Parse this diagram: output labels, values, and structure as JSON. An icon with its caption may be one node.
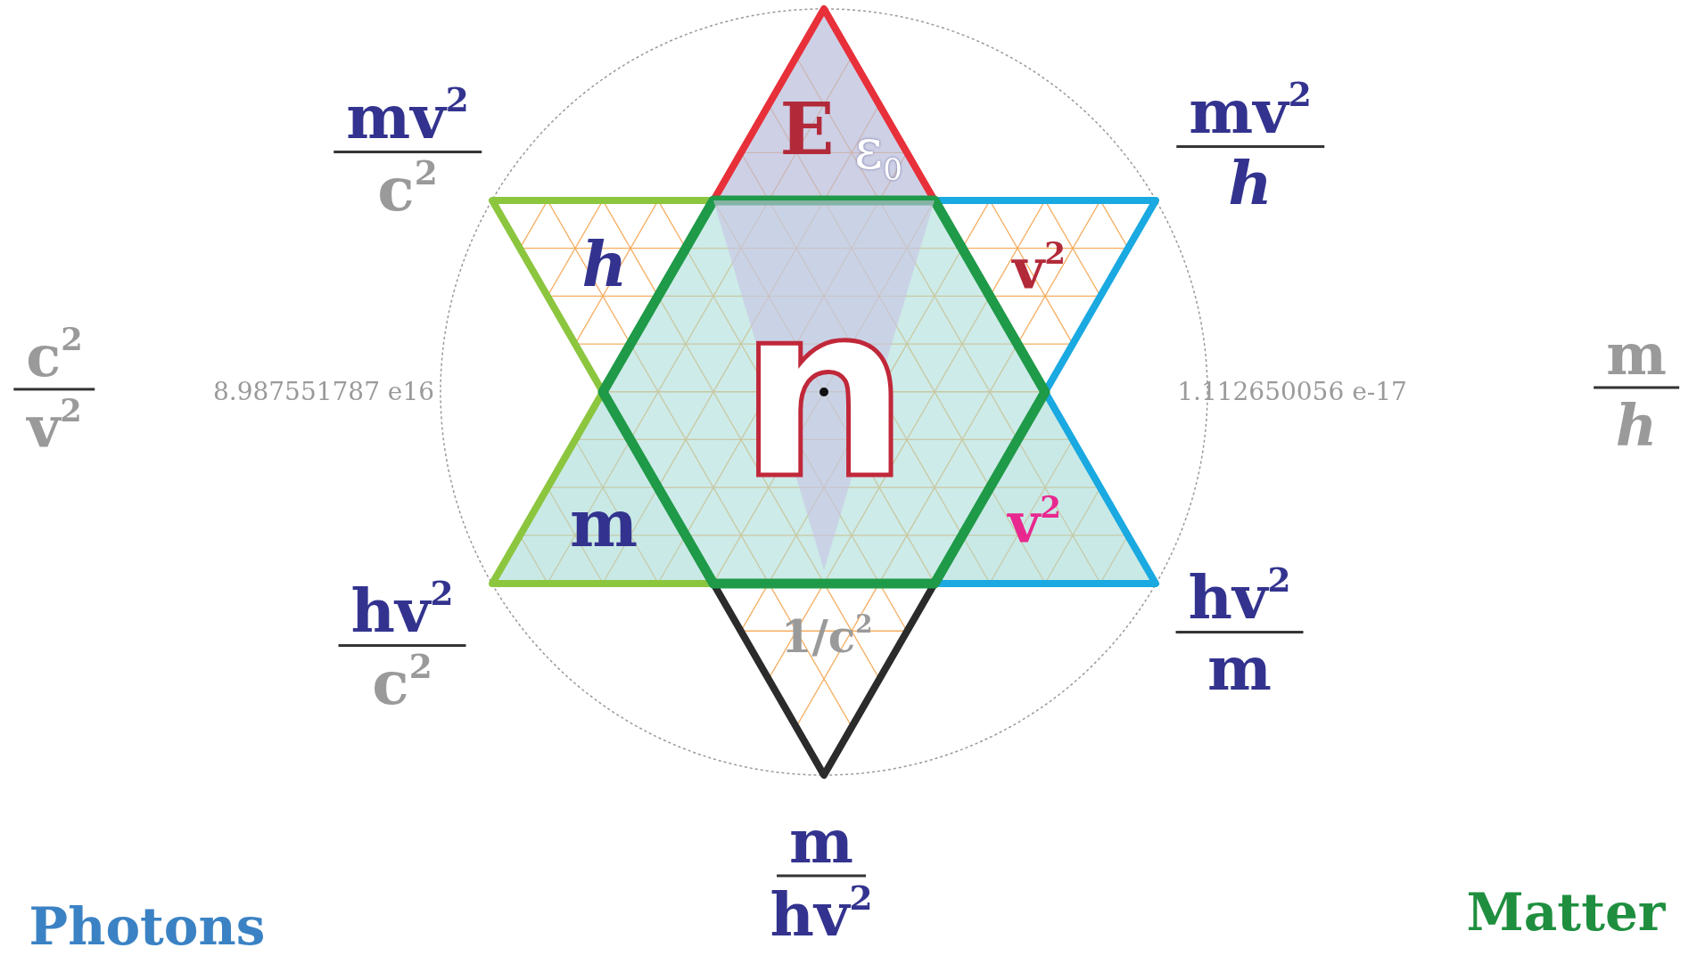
{
  "diagram": {
    "nodes": [
      {
        "text": [
          "E",
          "ε$_{0}$"
        ]
      },
      {
        "text": [
          "h"
        ]
      },
      {
        "text": [
          "v$^{2}$"
        ]
      },
      {
        "text": [
          "n"
        ]
      },
      {
        "text": [
          "m"
        ]
      },
      {
        "text": [
          "v$^{2}$"
        ]
      },
      {
        "text": [
          "1/c$^{2}$"
        ]
      }
    ],
    "labels": [
      "mv$^{2}$",
      "c$^{2}$",
      "mv$^{2}$",
      "h",
      "c$^{2}$",
      "v$^{2}$",
      "8.987551787 e16",
      "1.112650056 e-17",
      "m",
      "h",
      "hv$^{2}$",
      "c$^{2}$",
      "hv$^{2}$",
      "m",
      "m",
      "hv$^{2}$",
      "Photons",
      "Matter"
    ]
  }
}
